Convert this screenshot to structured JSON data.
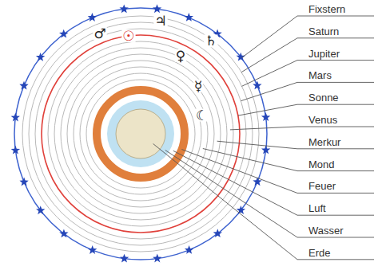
{
  "diagram": {
    "labels": [
      "Fixstern",
      "Saturn",
      "Jupiter",
      "Mars",
      "Sonne",
      "Venus",
      "Merkur",
      "Mond",
      "Feuer",
      "Luft",
      "Wasser",
      "Erde",
      "♂",
      "♃",
      "♄",
      "☉",
      "♀",
      "☿",
      "☾"
    ]
  }
}
